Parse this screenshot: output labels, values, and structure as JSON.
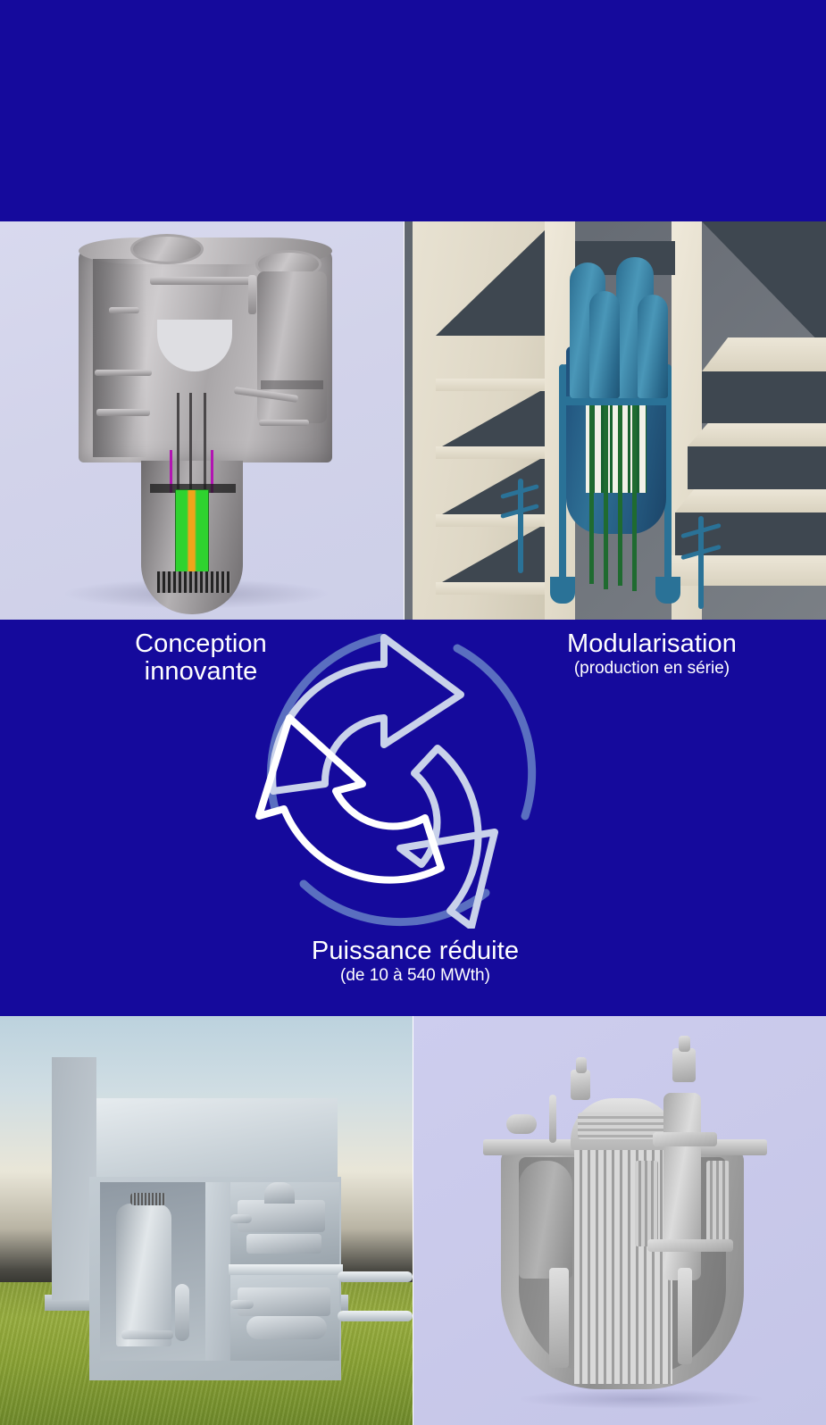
{
  "page": {
    "title": "SMR — Réacteurs modulaires (infographie)",
    "background_color": "#150A9C"
  },
  "theme": {
    "deep_blue": "#150A9C",
    "text_white": "#FFFFFF",
    "arrow_light": "#E2E7F5",
    "arrow_white": "#FFFFFF",
    "arrow_pale": "#C9D2EA",
    "outer_ring_blue": "#5A6FC0",
    "lavender_bg": "#CFCFEE",
    "concrete_beige": "#E8E2D2",
    "reactor_teal": "#2A7297"
  },
  "top_banner": {
    "label": "top-blue-banner",
    "color": "#150A9C"
  },
  "images": {
    "top_left": {
      "caption": "Coupe 3D d'une cuve de réacteur avec cœur combustible",
      "background": "#D3D4EC"
    },
    "top_right": {
      "caption": "Coupe du bâtiment réacteur avec cuve et générateurs de vapeur",
      "background": "#6B7078"
    },
    "bottom_left": {
      "caption": "Vue extérieure du bâtiment réacteur en coupe sur une prairie",
      "background": "#CFDDE3"
    },
    "bottom_right": {
      "caption": "Modèle CAO gris de la cuve du réacteur en coupe",
      "background": "#C9C9EA"
    }
  },
  "cycle": {
    "icon": "three-curved-arrows-cycle-icon",
    "labels": [
      {
        "id": "conception",
        "main": "Conception",
        "main2": "innovante",
        "sub": ""
      },
      {
        "id": "modularisation",
        "main": "Modularisation",
        "sub": "(production en série)"
      },
      {
        "id": "puissance",
        "main": "Puissance réduite",
        "sub": "(de 10 à 540 MWth)"
      }
    ]
  }
}
